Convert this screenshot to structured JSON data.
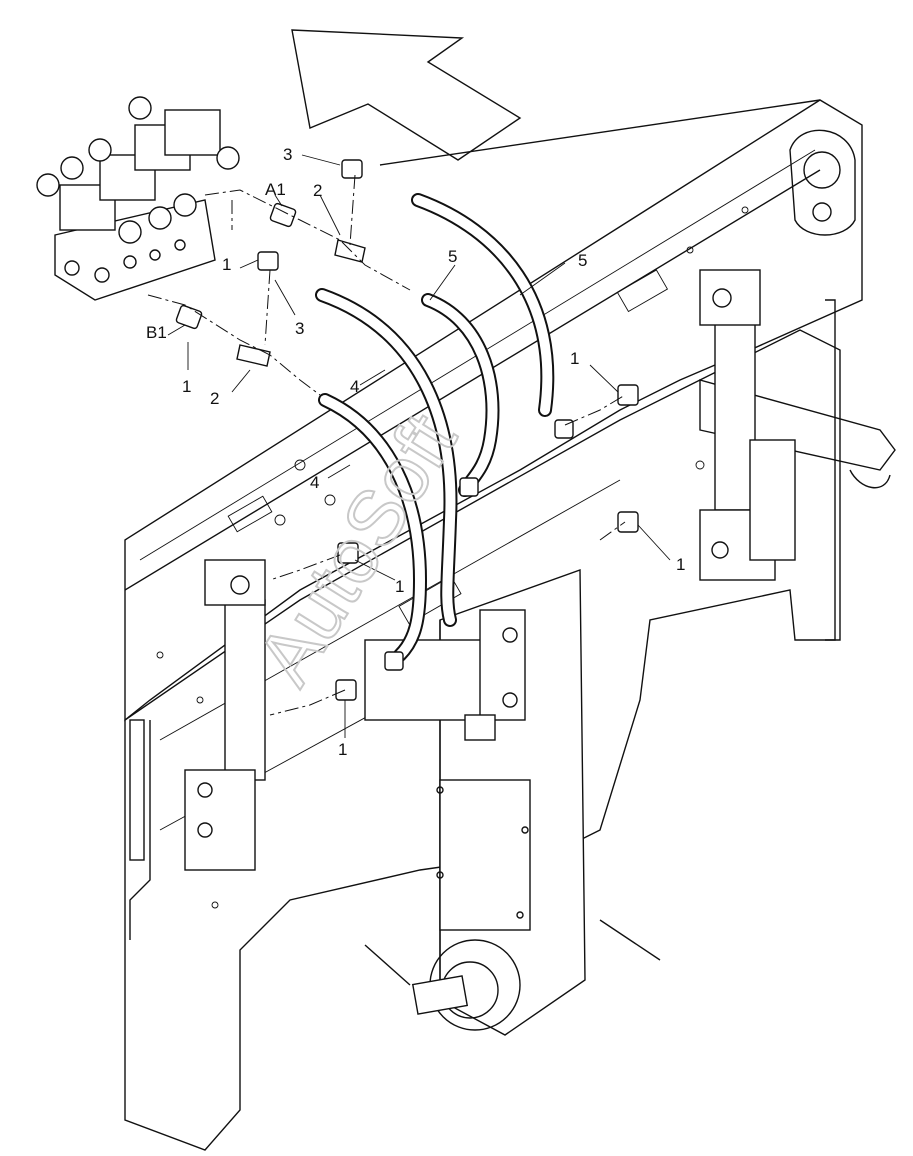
{
  "diagram": {
    "callouts": {
      "a1": "A1",
      "b1": "B1",
      "c1_left_fitting": "1",
      "c1_b1_fitting": "1",
      "c1_upper_right": "1",
      "c1_lower_right": "1",
      "c1_left_cylinder": "1",
      "c1_bottom": "1",
      "c2_top": "2",
      "c2_bottom": "2",
      "c3_top": "3",
      "c3_mid": "3",
      "c4_upper": "4",
      "c4_lower": "4",
      "c5_mid": "5",
      "c5_right": "5"
    },
    "watermark": "AutoSoft",
    "colors": {
      "ink": "#111111",
      "background": "#ffffff",
      "watermark": "#cccccc"
    }
  }
}
